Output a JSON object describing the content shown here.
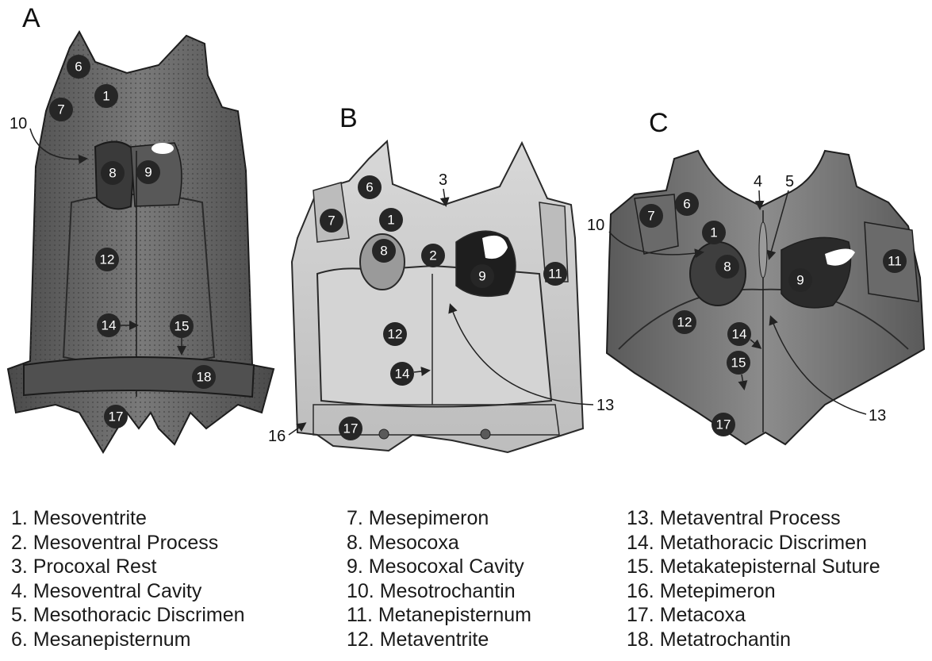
{
  "panels": {
    "a": {
      "letter": "A",
      "badges": [
        "6",
        "1",
        "7",
        "8",
        "9",
        "12",
        "14",
        "15",
        "18",
        "17"
      ],
      "callouts": [
        "10"
      ]
    },
    "b": {
      "letter": "B",
      "badges": [
        "6",
        "7",
        "1",
        "8",
        "2",
        "9",
        "11",
        "12",
        "14",
        "17"
      ],
      "callouts": [
        "3",
        "13",
        "16"
      ]
    },
    "c": {
      "letter": "C",
      "badges": [
        "7",
        "6",
        "1",
        "8",
        "9",
        "11",
        "12",
        "14",
        "15",
        "17"
      ],
      "callouts": [
        "4",
        "5",
        "10",
        "13"
      ]
    }
  },
  "legend": {
    "col1": [
      "1. Mesoventrite",
      "2. Mesoventral Process",
      "3. Procoxal Rest",
      "4. Mesoventral Cavity",
      "5. Mesothoracic Discrimen",
      "6. Mesanepisternum"
    ],
    "col2": [
      "7. Mesepimeron",
      "8. Mesocoxa",
      "9. Mesocoxal Cavity",
      "10. Mesotrochantin",
      "11. Metanepisternum",
      "12. Metaventrite"
    ],
    "col3": [
      "13. Metaventral Process",
      "14. Metathoracic Discrimen",
      "15. Metakatepisternal Suture",
      "16. Metepimeron",
      "17. Metacoxa",
      "18. Metatrochantin"
    ]
  },
  "colors": {
    "badge": "#262626",
    "panel_a_fill": "#6b6b6b",
    "panel_b_fill": "#c9c9c9",
    "panel_c_fill": "#7d7d7d"
  }
}
